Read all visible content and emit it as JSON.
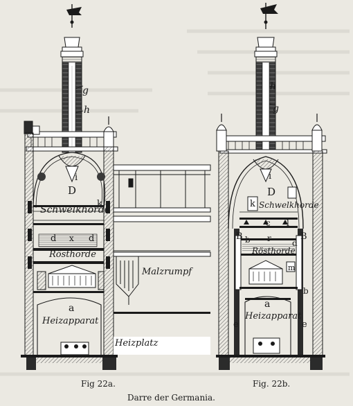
{
  "document": {
    "caption": "Darre der Germania."
  },
  "figure_a": {
    "caption": "Fig 22a.",
    "labels": {
      "g": "g",
      "h": "h",
      "i": "i",
      "D": "D",
      "k": "k",
      "schwelkhorde": "Schwelkhorde",
      "d_left": "d",
      "x": "x",
      "d_right": "d",
      "rosthorde": "Rösthorde",
      "a": "a",
      "heizapparat": "Heizapparat",
      "malzrumpf": "Malzrumpf",
      "heizplatz": "Heizplatz"
    }
  },
  "figure_b": {
    "caption": "Fig. 22b.",
    "labels": {
      "h": "h",
      "g": "g",
      "i": "i",
      "D": "D",
      "k": "k",
      "schwelkhorde": "Schwelkhorde",
      "c": "c",
      "l": "l",
      "B_left": "B",
      "b_left": "b",
      "r": "r",
      "d": "d",
      "B_right": "B",
      "rosthorde": "Rösthorde",
      "m": "m",
      "b_right": "b",
      "a": "a",
      "heizapparat": "Heizapparat",
      "e_left": "e",
      "e_right": "e"
    }
  },
  "colors": {
    "paper": "#ebe9e2",
    "ink": "#1a1a1a",
    "hatch": "#555555",
    "fill_dark": "#2b2b2b"
  }
}
